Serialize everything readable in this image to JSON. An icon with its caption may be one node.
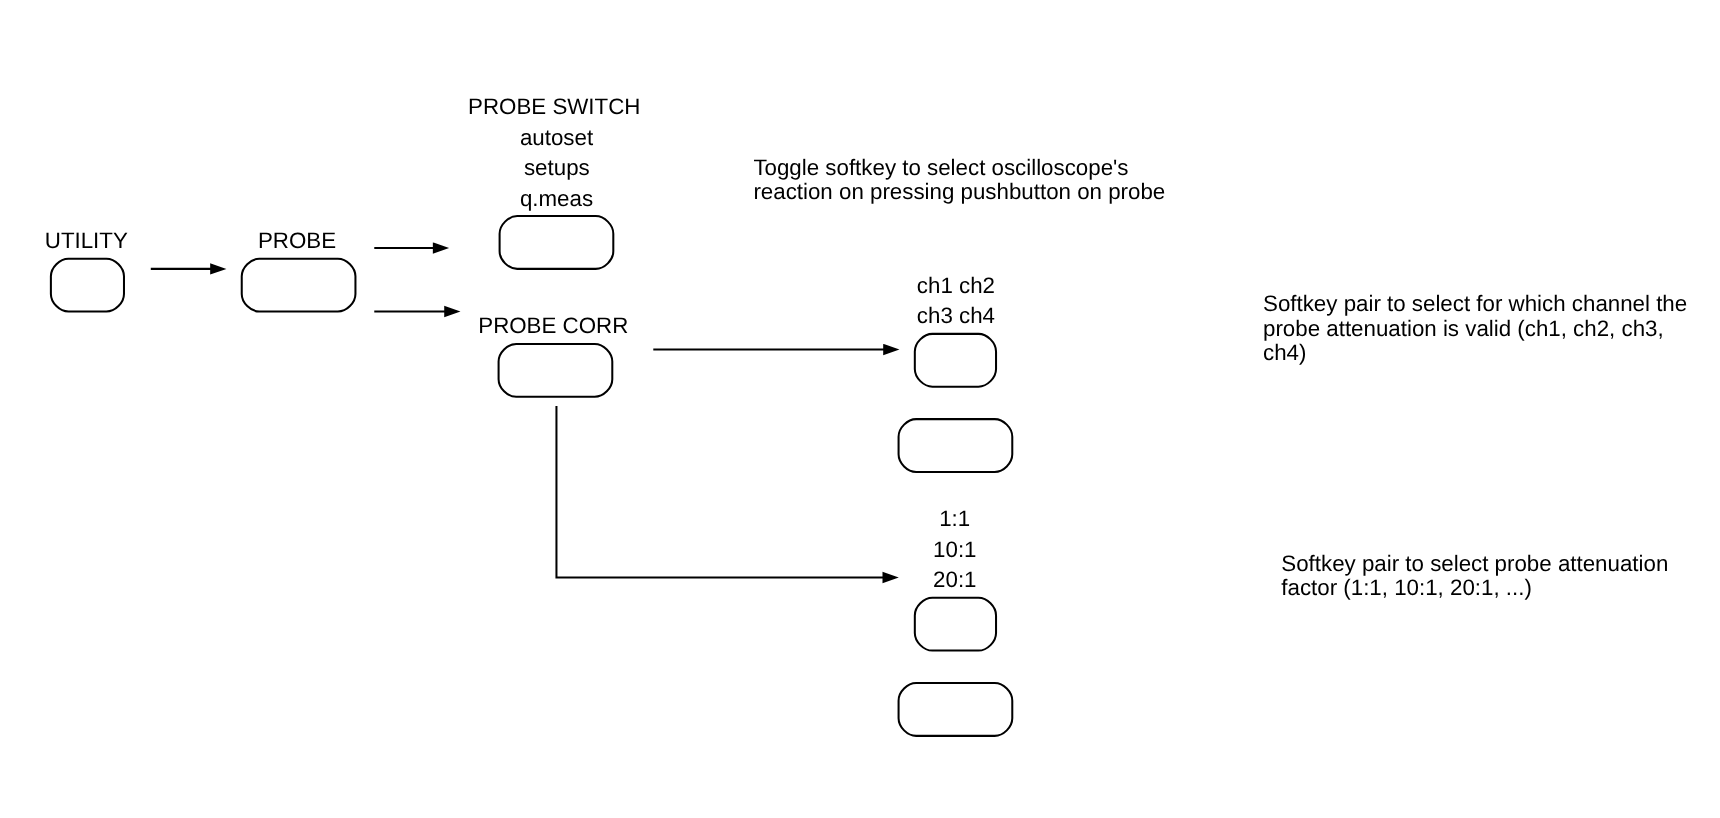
{
  "diagram": {
    "nodes": [
      {
        "text": [
          "UTILITY"
        ]
      },
      {
        "text": [
          "PROBE"
        ]
      },
      {
        "text": [
          "PROBE SWITCH",
          "autoset",
          "setups",
          "q.meas"
        ]
      },
      {
        "text": [
          "PROBE CORR"
        ]
      },
      {
        "text": [
          "ch1 ch2",
          "ch3 ch4"
        ]
      },
      {
        "text": [],
        "shape": "box"
      },
      {
        "text": [
          "1:1",
          "10:1",
          "20:1"
        ]
      },
      {
        "text": [],
        "shape": "box"
      }
    ],
    "edges": [
      {
        "from": 0,
        "to": 1,
        "arrow": "to"
      },
      {
        "from": 1,
        "to": 2,
        "arrow": "to"
      },
      {
        "from": 1,
        "to": 3,
        "arrow": "to"
      },
      {
        "from": 3,
        "to": 4,
        "arrow": "to"
      },
      {
        "from": 3,
        "to": 6,
        "arrow": "to"
      }
    ],
    "labels": [
      "Toggle softkey to select oscilloscope's reaction on pressing pushbutton on probe",
      "Softkey pair to select for which channel the probe attenuation is valid (ch1, ch2, ch3, ch4)",
      "Softkey pair to select probe attenuation factor (1:1, 10:1, 20:1, ...)"
    ]
  }
}
